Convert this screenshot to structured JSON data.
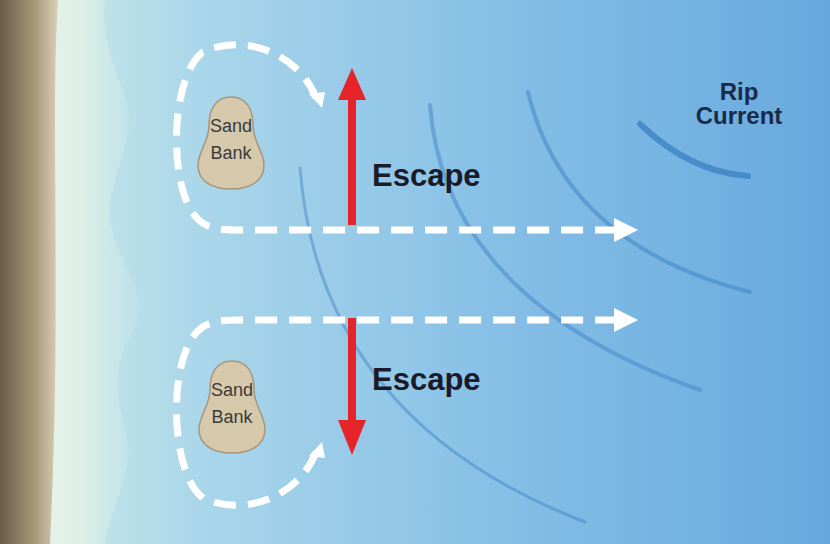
{
  "diagram": {
    "nodes": [
      {
        "text": [
          "Sand Bank"
        ]
      },
      {
        "text": [
          "Sand Bank"
        ]
      }
    ],
    "labels": [
      "Rip Current",
      "Escape",
      "Escape"
    ]
  }
}
